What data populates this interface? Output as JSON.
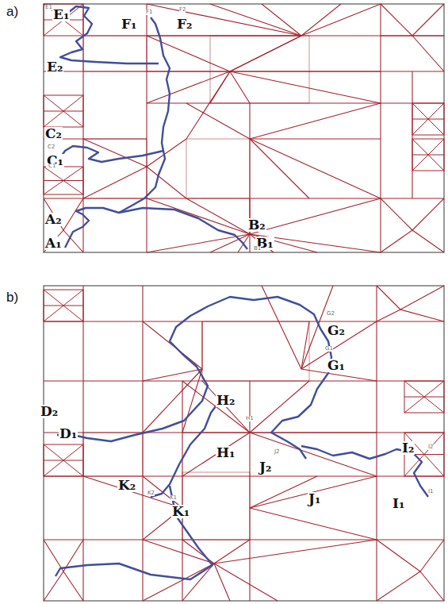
{
  "diagram": {
    "labels": [
      "a)",
      "E₁",
      "F₁",
      "F₂",
      "E₂",
      "C₂",
      "C₁",
      "A₂",
      "A₁",
      "B₂",
      "B₁",
      "E1",
      "F1",
      "F2",
      "C2",
      "C1",
      "B1",
      "b)",
      "G₂",
      "G₁",
      "D₂",
      "D₁",
      "H₂",
      "H₁",
      "K₂",
      "K₁",
      "J₂",
      "J₁",
      "I₂",
      "I₁",
      "G2",
      "G1",
      "H1",
      "J2",
      "K2",
      "K1",
      "I2",
      "I1"
    ]
  }
}
